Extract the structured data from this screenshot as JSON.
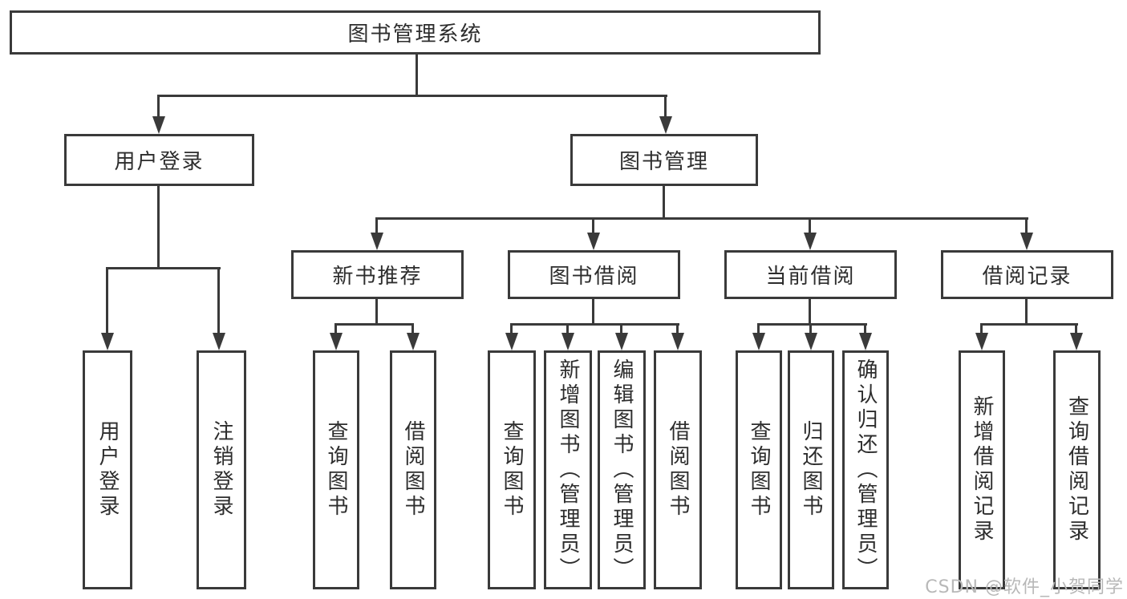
{
  "diagram": {
    "root_label": "图书管理系统",
    "user_branch": {
      "label": "用户登录",
      "children": [
        "用户登录",
        "注销登录"
      ]
    },
    "book_branch": {
      "label": "图书管理",
      "groups": [
        {
          "label": "新书推荐",
          "children": [
            "查询图书",
            "借阅图书"
          ]
        },
        {
          "label": "图书借阅",
          "children": [
            "查询图书",
            "新增图书（管理员）",
            "编辑图书（管理员）",
            "借阅图书"
          ]
        },
        {
          "label": "当前借阅",
          "children": [
            "查询图书",
            "归还图书",
            "确认归还（管理员）"
          ]
        },
        {
          "label": "借阅记录",
          "children": [
            "新增借阅记录",
            "查询借阅记录"
          ]
        }
      ]
    }
  },
  "watermark": {
    "text": "CSDN @软件_小贺同学"
  },
  "colors": {
    "line": "#3a3a3a",
    "text": "#2d2d2d",
    "background": "#ffffff",
    "watermark": "#b8b8b8"
  }
}
